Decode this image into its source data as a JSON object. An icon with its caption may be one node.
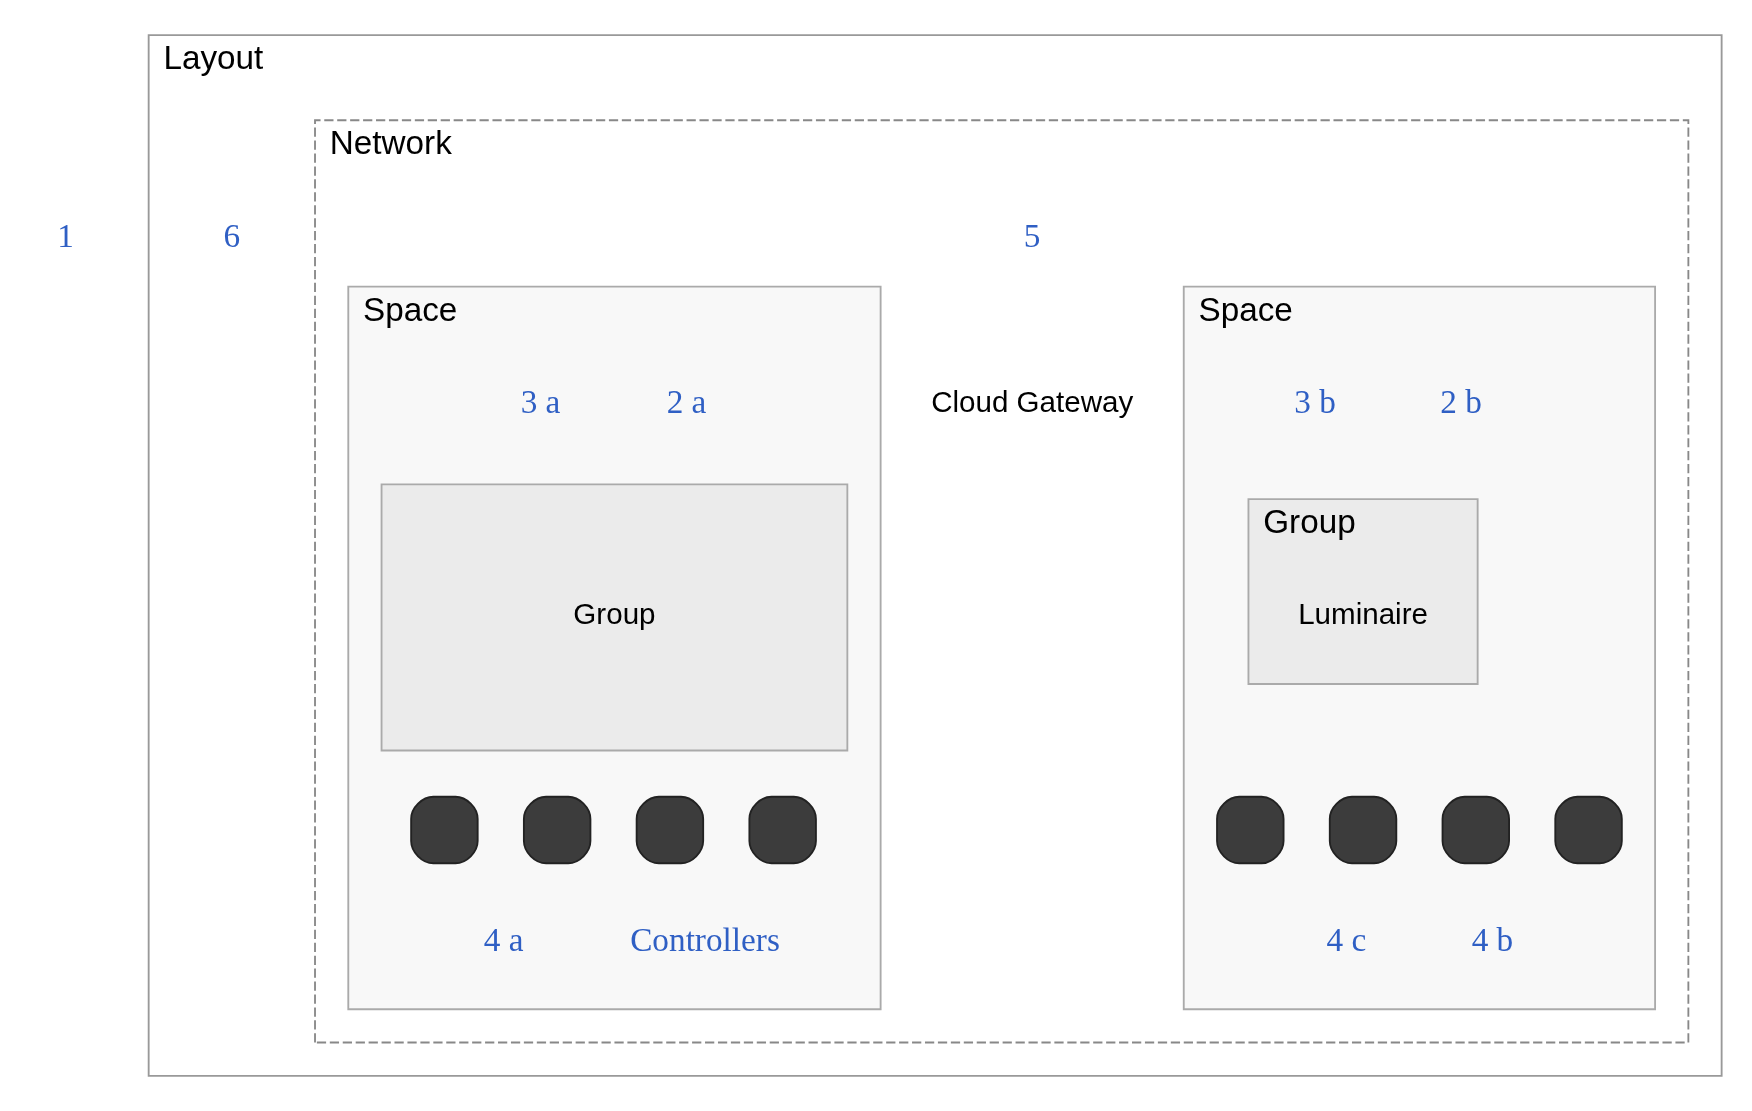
{
  "diagram": {
    "nodes": [
      {
        "text": [
          "Layout"
        ]
      },
      {
        "text": [
          "Network"
        ],
        "in": 0
      },
      {
        "text": [
          "Cloud Gateway"
        ],
        "in": 1
      },
      {
        "text": [
          "Space"
        ],
        "in": 1
      },
      {
        "text": [
          "Space"
        ],
        "in": 1
      },
      {
        "text": [
          "Group"
        ],
        "in": 3
      },
      {
        "text": [
          "Group"
        ],
        "in": 4
      },
      {
        "text": [
          "Luminaire"
        ],
        "in": 6
      },
      {
        "text": [],
        "shape": "box",
        "in": 3
      },
      {
        "text": [],
        "shape": "box",
        "in": 3
      },
      {
        "text": [],
        "shape": "box",
        "in": 3
      },
      {
        "text": [],
        "shape": "box",
        "in": 3
      },
      {
        "text": [],
        "shape": "box",
        "in": 4
      },
      {
        "text": [],
        "shape": "box",
        "in": 4
      },
      {
        "text": [],
        "shape": "box",
        "in": 4
      },
      {
        "text": [],
        "shape": "box",
        "in": 4
      }
    ],
    "edges": [],
    "labels": [
      "1",
      "6",
      "5",
      "2 b",
      "2 a",
      "3 a",
      "3 b",
      "4 c",
      "4 b",
      "4 a",
      "Controllers"
    ]
  }
}
